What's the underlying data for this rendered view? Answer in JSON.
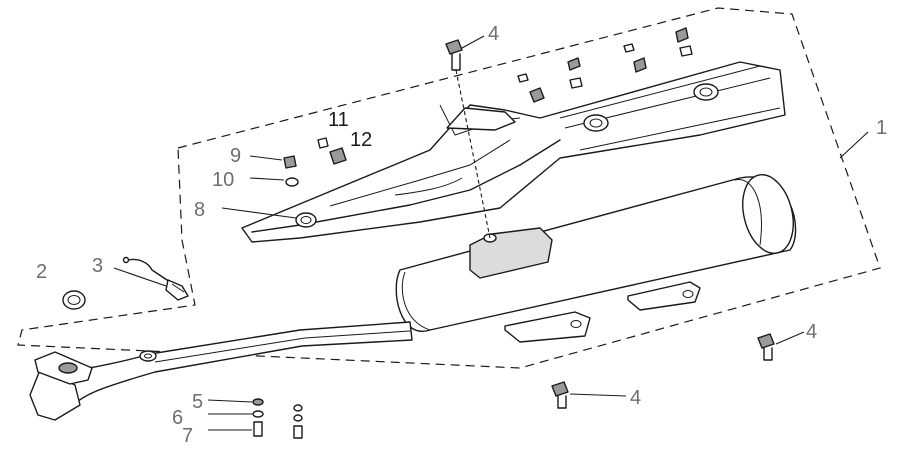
{
  "diagram": {
    "callouts": [
      {
        "id": "c1",
        "label": "1"
      },
      {
        "id": "c2",
        "label": "2"
      },
      {
        "id": "c3",
        "label": "3"
      },
      {
        "id": "c4a",
        "label": "4"
      },
      {
        "id": "c4b",
        "label": "4"
      },
      {
        "id": "c4c",
        "label": "4"
      },
      {
        "id": "c5",
        "label": "5"
      },
      {
        "id": "c6",
        "label": "6"
      },
      {
        "id": "c7",
        "label": "7"
      },
      {
        "id": "c8",
        "label": "8"
      },
      {
        "id": "c9",
        "label": "9"
      },
      {
        "id": "c10",
        "label": "10"
      },
      {
        "id": "c11",
        "label": "11"
      },
      {
        "id": "c12",
        "label": "12"
      }
    ]
  }
}
